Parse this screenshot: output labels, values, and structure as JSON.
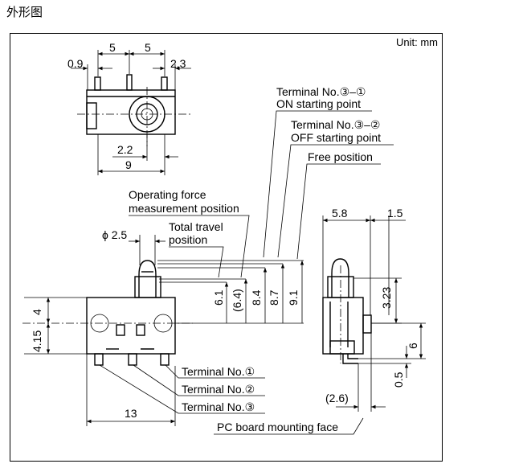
{
  "page_heading": "外形图",
  "unit_label": "Unit: mm",
  "top_view": {
    "dim_left_pitch": "5",
    "dim_right_pitch": "5",
    "dim_left_offset": "0.9",
    "dim_right_offset": "2.3",
    "dim_hole_offset": "2.2",
    "dim_body_width": "9"
  },
  "callouts": {
    "on_point_line1": "Terminal No.③–①",
    "on_point_line2": "ON starting point",
    "off_point_line1": "Terminal No.③–②",
    "off_point_line2": "OFF starting point",
    "free_position": "Free position",
    "op_force_line1": "Operating force",
    "op_force_line2": "measurement position",
    "total_travel_line1": "Total travel",
    "total_travel_line2": "position",
    "actuator_diameter": "ϕ 2.5"
  },
  "front_view": {
    "height_values": [
      "6.1",
      "(6.4)",
      "8.4",
      "8.7",
      "9.1"
    ],
    "dim_upper_body": "4",
    "dim_lower_body": "4.15",
    "dim_length": "13",
    "terminal_1": "Terminal No.①",
    "terminal_2": "Terminal No.②",
    "terminal_3": "Terminal No.③"
  },
  "side_view": {
    "dim_width": "5.8",
    "dim_offset": "1.5",
    "dim_actuator_height": "3.23",
    "dim_height": "6",
    "dim_terminal_thickness": "0.5",
    "dim_terminal_extension": "(2.6)"
  },
  "pc_board_label": "PC board mounting face"
}
